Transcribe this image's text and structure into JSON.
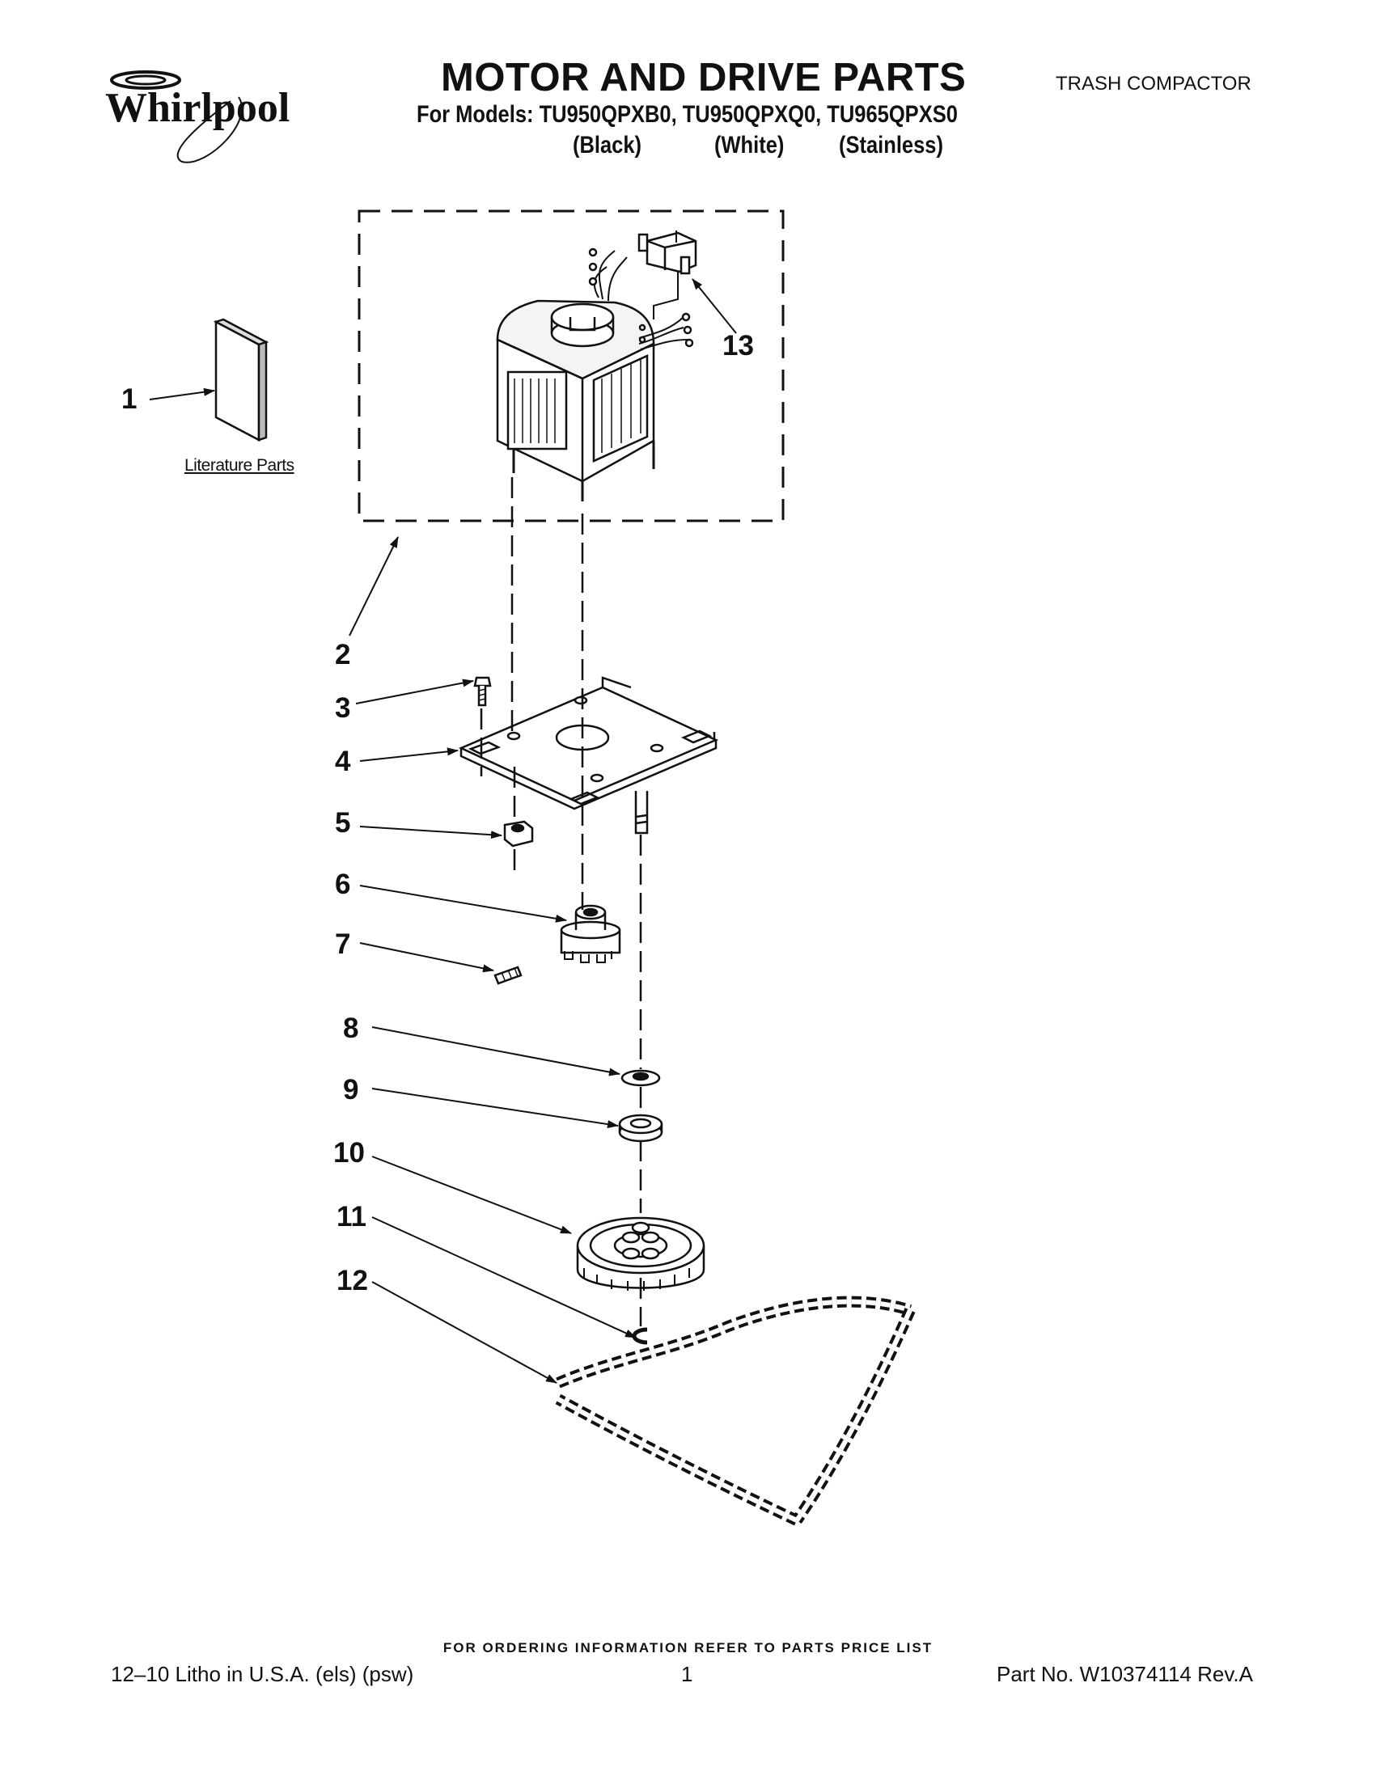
{
  "header": {
    "brand": "Whirlpool",
    "title": "MOTOR AND DRIVE PARTS",
    "models_line": "For Models: TU950QPXB0, TU950QPXQ0, TU965QPXS0",
    "variants": [
      "(Black)",
      "(White)",
      "(Stainless)"
    ],
    "category": "TRASH COMPACTOR"
  },
  "diagram": {
    "literature_label": "Literature Parts",
    "callouts": [
      "1",
      "2",
      "3",
      "4",
      "5",
      "6",
      "7",
      "8",
      "9",
      "10",
      "11",
      "12",
      "13"
    ]
  },
  "footer": {
    "order_note": "FOR ORDERING INFORMATION REFER TO PARTS PRICE LIST",
    "print_info": "12–10 Litho in U.S.A. (els) (psw)",
    "page_number": "1",
    "part_number": "Part No. W10374114 Rev.A"
  }
}
